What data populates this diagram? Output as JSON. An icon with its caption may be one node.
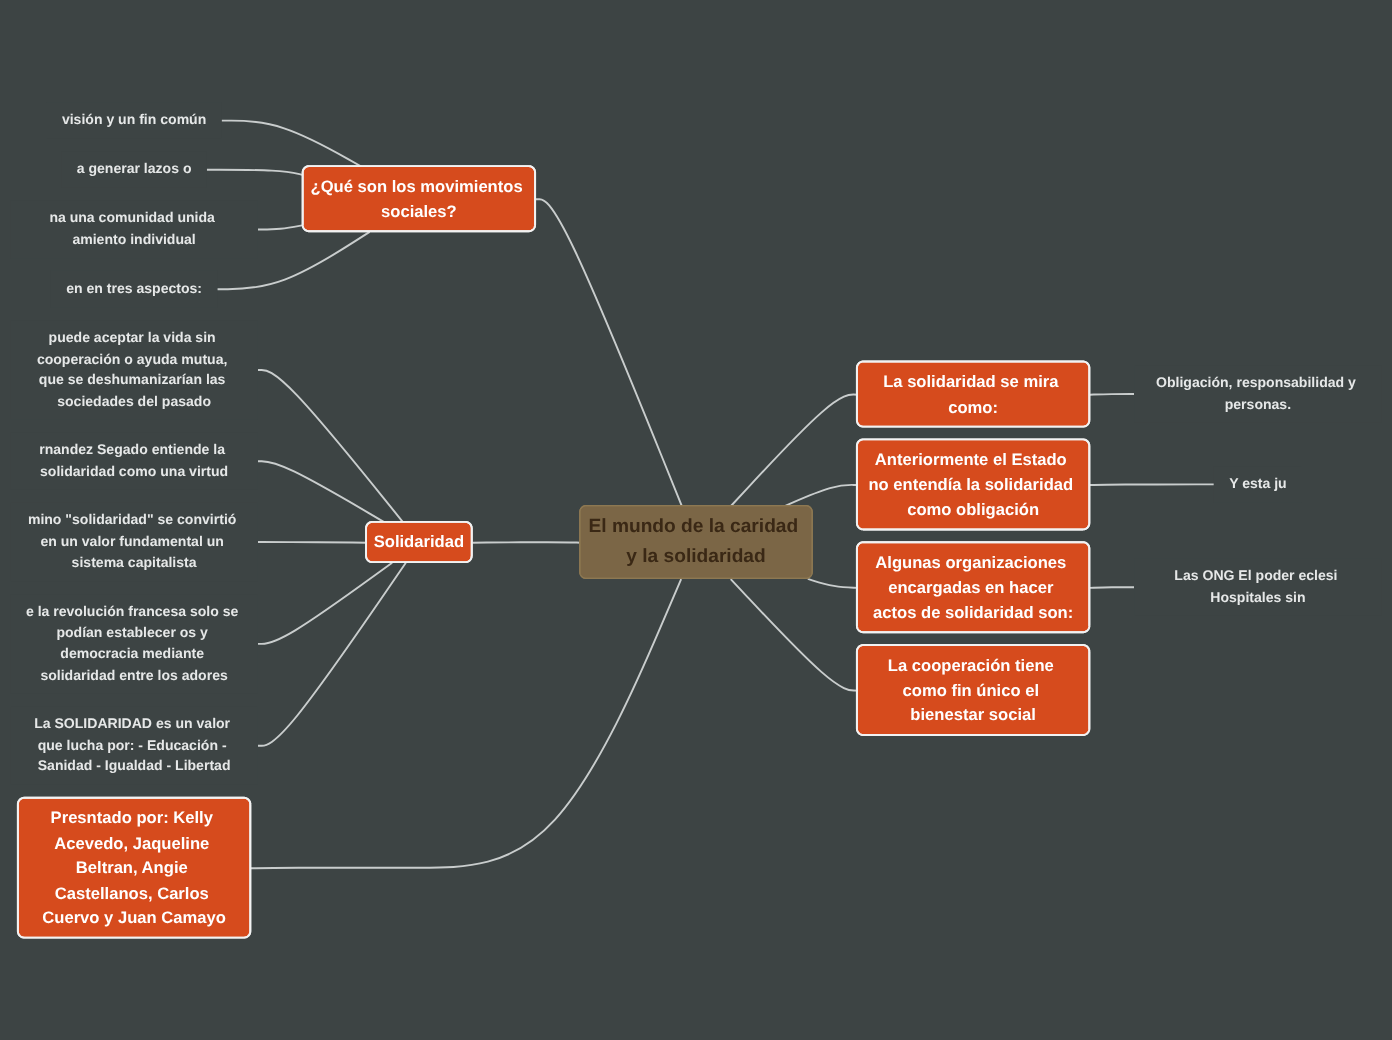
{
  "diagram": {
    "nodes": [
      {
        "text": [
          "El mundo de la caridad y la solidaridad"
        ]
      },
      {
        "text": [
          "¿Qué son los movimientos sociales?"
        ]
      },
      {
        "text": [
          "visión y un fin común"
        ]
      },
      {
        "text": [
          "a generar lazos o"
        ]
      },
      {
        "text": [
          "na una comunidad unida amiento individual"
        ]
      },
      {
        "text": [
          "en en tres aspectos:"
        ]
      },
      {
        "text": [
          "Solidaridad"
        ]
      },
      {
        "text": [
          "puede aceptar la vida sin cooperación o ayuda mutua, que se deshumanizarían las sociedades del pasado"
        ]
      },
      {
        "text": [
          "rnandez Segado entiende la solidaridad como una virtud"
        ]
      },
      {
        "text": [
          "mino \"solidaridad\" se convirtió en un valor fundamental un sistema capitalista"
        ]
      },
      {
        "text": [
          "e la revolución francesa solo se podían establecer os y democracia mediante solidaridad entre los adores"
        ]
      },
      {
        "text": [
          "La SOLIDARIDAD es un valor que lucha por: - Educación - Sanidad - Igualdad - Libertad"
        ]
      },
      {
        "text": [
          "Presntado por: Kelly Acevedo, Jaqueline Beltran, Angie Castellanos, Carlos Cuervo y Juan Camayo"
        ]
      },
      {
        "text": [
          "La solidaridad se mira como:"
        ]
      },
      {
        "text": [
          "Obligación, responsabilidad y personas."
        ]
      },
      {
        "text": [
          "Anteriormente el Estado no entendía la solidaridad como obligación"
        ]
      },
      {
        "text": [
          "Y esta ju"
        ]
      },
      {
        "text": [
          "Algunas organizaciones encargadas en hacer actos de solidaridad son:"
        ]
      },
      {
        "text": [
          "Las ONG El poder eclesi Hospitales sin"
        ]
      },
      {
        "text": [
          "La cooperación tiene como fin único el bienestar social"
        ]
      }
    ],
    "edges": [
      {
        "from": 1,
        "to": 0,
        "arrow": "none"
      },
      {
        "from": 2,
        "to": 1,
        "arrow": "none"
      },
      {
        "from": 3,
        "to": 1,
        "arrow": "none"
      },
      {
        "from": 4,
        "to": 1,
        "arrow": "none"
      },
      {
        "from": 5,
        "to": 1,
        "arrow": "none"
      },
      {
        "from": 6,
        "to": 0,
        "arrow": "none"
      },
      {
        "from": 7,
        "to": 6,
        "arrow": "none"
      },
      {
        "from": 8,
        "to": 6,
        "arrow": "none"
      },
      {
        "from": 9,
        "to": 6,
        "arrow": "none"
      },
      {
        "from": 10,
        "to": 6,
        "arrow": "none"
      },
      {
        "from": 11,
        "to": 6,
        "arrow": "none"
      },
      {
        "from": 12,
        "to": 0,
        "arrow": "none"
      },
      {
        "from": 0,
        "to": 13,
        "arrow": "none"
      },
      {
        "from": 13,
        "to": 14,
        "arrow": "none"
      },
      {
        "from": 0,
        "to": 15,
        "arrow": "none"
      },
      {
        "from": 15,
        "to": 16,
        "arrow": "none"
      },
      {
        "from": 0,
        "to": 17,
        "arrow": "none"
      },
      {
        "from": 17,
        "to": 18,
        "arrow": "none"
      },
      {
        "from": 0,
        "to": 19,
        "arrow": "none"
      }
    ]
  }
}
